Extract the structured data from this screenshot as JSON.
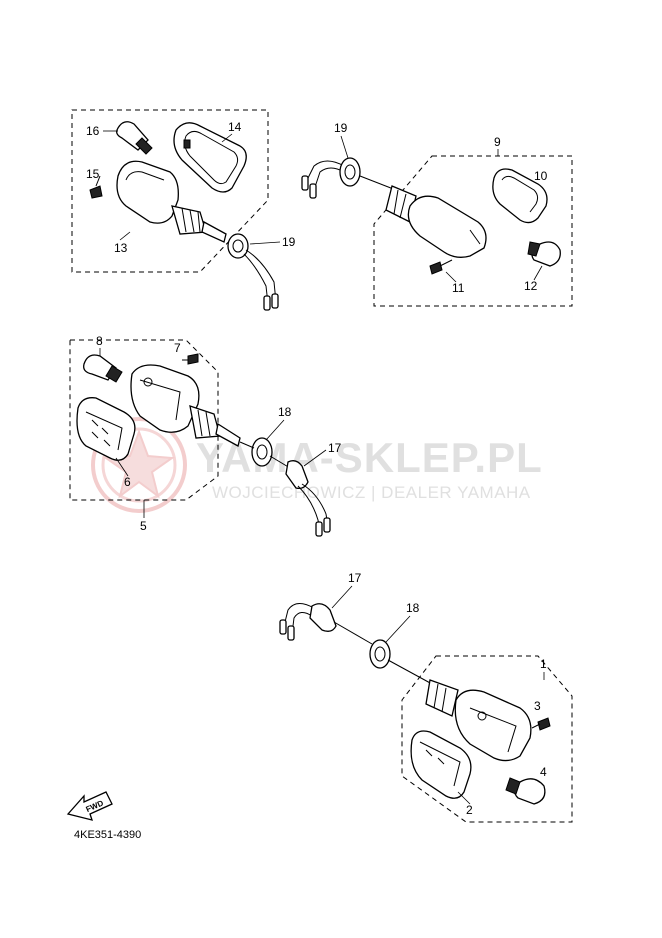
{
  "diagram": {
    "part_code": "4KE351-4390",
    "fwd_label": "FWD",
    "callouts": {
      "c1": "1",
      "c2": "2",
      "c3": "3",
      "c4": "4",
      "c5": "5",
      "c6": "6",
      "c7": "7",
      "c8": "8",
      "c9": "9",
      "c10": "10",
      "c11": "11",
      "c12": "12",
      "c13": "13",
      "c14": "14",
      "c15": "15",
      "c16": "16",
      "c17a": "17",
      "c17b": "17",
      "c18a": "18",
      "c18b": "18",
      "c19a": "19",
      "c19b": "19"
    }
  },
  "watermark": {
    "brand": "YAMA-SKLEP.PL",
    "dealer": "WOJCIECHOWICZ | DEALER YAMAHA",
    "colors": {
      "logo": "#f2c8c8",
      "text": "#e0e0e0"
    }
  }
}
